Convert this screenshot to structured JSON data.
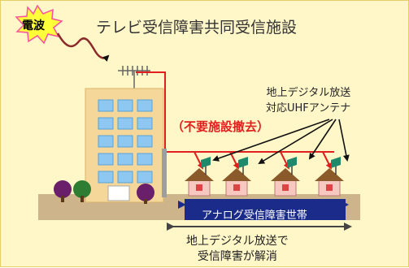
{
  "title": "テレビ受信障害共同受信施設",
  "radio_wave_label": "電波",
  "uhf_antenna_label_line1": "地上デジタル放送",
  "uhf_antenna_label_line2": "対応UHFアンテナ",
  "removal_label": "（不要施設撤去）",
  "analog_band_label": "アナログ受信障害世帯",
  "result_label_line1": "地上デジタル放送で",
  "result_label_line2": "受信障害が解消",
  "colors": {
    "background": "#fff7c8",
    "red_line": "#e21f1f",
    "navy_band": "#1a2b8a",
    "building": "#f6d79a",
    "window": "#8ec8f0",
    "roof": "#8b5a2b",
    "house": "#f7c8c0",
    "antenna_green": "#1f8a6b",
    "ground": "#cdb48a"
  },
  "icons": [
    "starburst-icon",
    "wave-icon",
    "antenna-icon",
    "building-icon",
    "tree-icon",
    "house-icon",
    "uhf-antenna-icon",
    "arrow-icon"
  ]
}
